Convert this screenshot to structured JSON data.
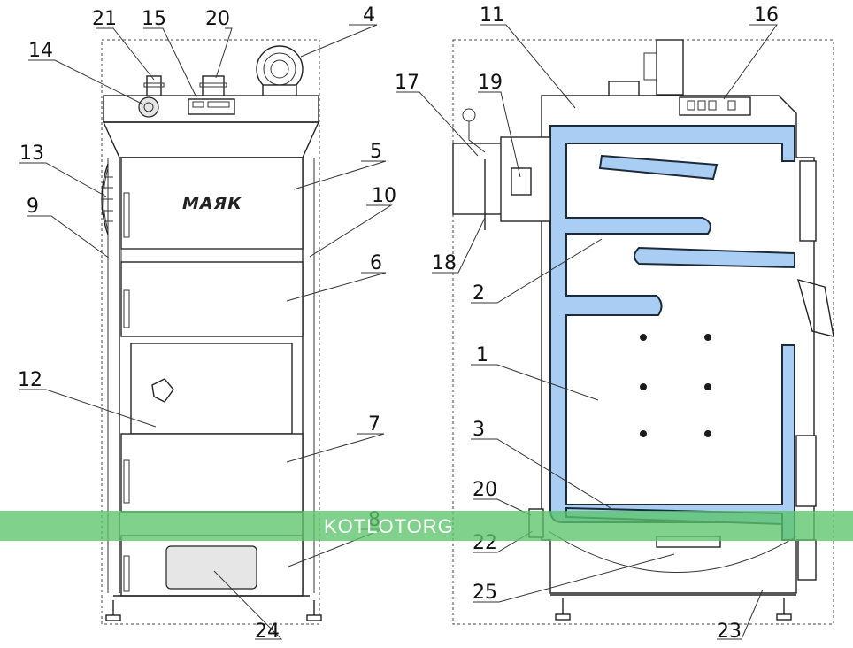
{
  "brand_label": "МАЯК",
  "watermark": "KOTLOTORG",
  "callouts": {
    "c1": "1",
    "c2": "2",
    "c3": "3",
    "c4": "4",
    "c5": "5",
    "c6": "6",
    "c7": "7",
    "c8": "8",
    "c9": "9",
    "c10": "10",
    "c11": "11",
    "c12": "12",
    "c13": "13",
    "c14": "14",
    "c15": "15",
    "c16": "16",
    "c17": "17",
    "c18": "18",
    "c19": "19",
    "c20a": "20",
    "c20b": "20",
    "c21": "21",
    "c22": "22",
    "c23": "23",
    "c24": "24",
    "c25": "25"
  },
  "colors": {
    "water_jacket": "#a9cdf3",
    "watermark_band": "#5cc46a",
    "line": "#222222"
  }
}
